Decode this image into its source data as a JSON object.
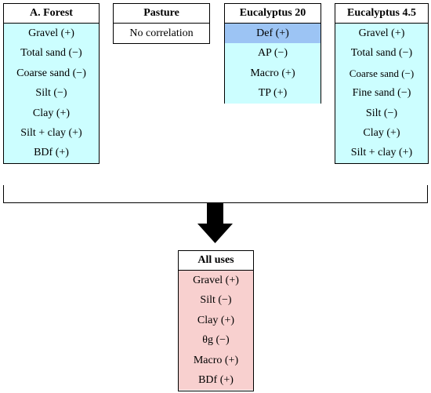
{
  "columns": [
    {
      "title": "A. Forest",
      "items": [
        "Gravel (+)",
        "Total sand (−)",
        "Coarse sand (−)",
        "Silt (−)",
        "Clay (+)",
        "Silt + clay (+)",
        "BDf (+)"
      ]
    },
    {
      "title": "Pasture",
      "items": [
        "No correlation"
      ]
    },
    {
      "title": "Eucalyptus 20",
      "items": [
        "Def (+)",
        "AP (−)",
        "Macro (+)",
        "TP (+)"
      ],
      "highlighted_index": 0
    },
    {
      "title": "Eucalyptus 4.5",
      "items": [
        "Gravel (+)",
        "Total sand (−)",
        "Coarse sand (−)",
        "Fine sand (−)",
        "Silt (−)",
        "Clay (+)",
        "Silt + clay (+)"
      ]
    }
  ],
  "result": {
    "title": "All uses",
    "items": [
      "Gravel (+)",
      "Silt (−)",
      "Clay (+)",
      "θg (−)",
      "Macro (+)",
      "BDf (+)"
    ]
  },
  "colors": {
    "cyan": "#ccfeff",
    "highlight": "#9cc4f4",
    "pink": "#f8d0cf"
  }
}
